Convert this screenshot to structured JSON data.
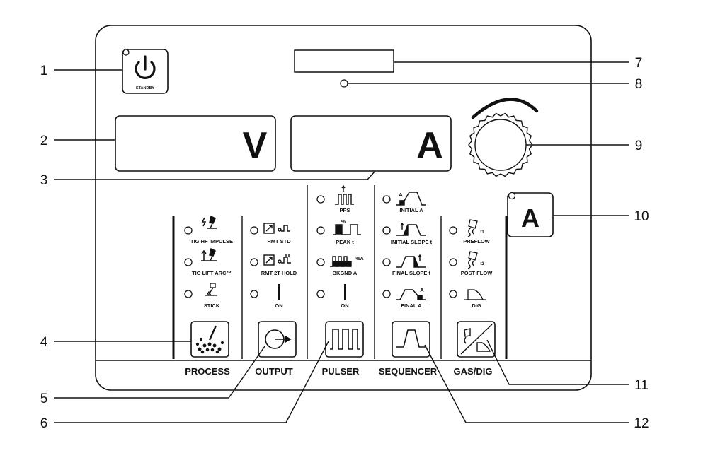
{
  "panel": {
    "standby_label": "STANDBY",
    "voltmeter_unit": "V",
    "ammeter_unit": "A",
    "amperage_button_label": "A"
  },
  "sections": {
    "process": {
      "label": "PROCESS",
      "options": [
        "TIG HF IMPULSE",
        "TIG LIFT ARC™",
        "STICK"
      ]
    },
    "output": {
      "label": "OUTPUT",
      "options": [
        "RMT STD",
        "RMT 2T HOLD",
        "ON"
      ]
    },
    "pulser": {
      "label": "PULSER",
      "options": [
        "PPS",
        "PEAK t",
        "BKGND A",
        "ON"
      ],
      "icon_marks": {
        "peak_percent": "%",
        "bkgnd_percent": "%A"
      }
    },
    "sequencer": {
      "label": "SEQUENCER",
      "options": [
        "INITIAL A",
        "INITIAL SLOPE t",
        "FINAL SLOPE t",
        "FINAL A"
      ],
      "icon_marks": {
        "initial_a": "A",
        "final_a": "A"
      }
    },
    "gas_dig": {
      "label": "GAS/DIG",
      "options": [
        "PREFLOW",
        "POST FLOW",
        "DIG"
      ],
      "icon_marks": {
        "preflow_sub": "t1",
        "postflow_sub": "t2"
      }
    }
  },
  "callouts": [
    "1",
    "2",
    "3",
    "4",
    "5",
    "6",
    "7",
    "8",
    "9",
    "10",
    "11",
    "12"
  ],
  "icons": {
    "power": "power-icon",
    "process": "process-spatter-icon",
    "output": "output-arrow-circle-icon",
    "pulser": "pulse-wave-icon",
    "sequencer": "sequence-trapezoid-icon",
    "gas_dig": "gas-dig-icon",
    "knob": "encoder-knob-icon"
  },
  "colors": {
    "line": "#111111",
    "background": "#ffffff"
  }
}
